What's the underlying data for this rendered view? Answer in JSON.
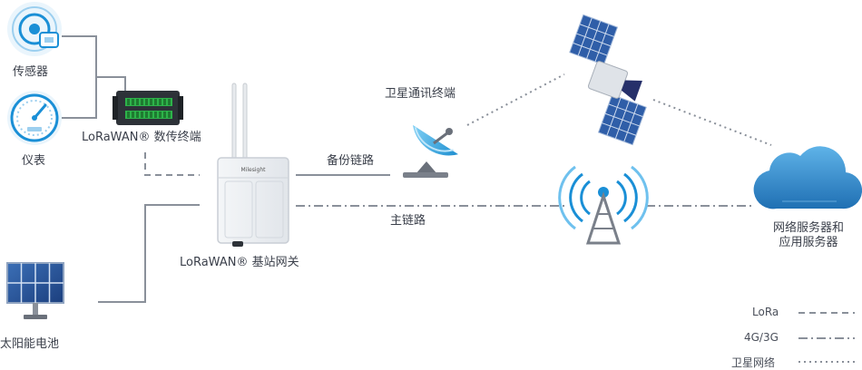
{
  "labels": {
    "sensor": "传感器",
    "meter": "仪表",
    "dtu": "LoRaWAN® 数传终端",
    "solar": "太阳能电池",
    "gateway": "LoRaWAN® 基站网关",
    "satellite_terminal": "卫星通讯终端",
    "backup_link": "备份链路",
    "main_link": "主链路",
    "cloud_line1": "网络服务器和",
    "cloud_line2": "应用服务器",
    "gateway_brand": "Milesight"
  },
  "legend": [
    {
      "label": "LoRa",
      "style": "dashed"
    },
    {
      "label": "4G/3G",
      "style": "dash-dot"
    },
    {
      "label": "卫星网络",
      "style": "dotted"
    }
  ],
  "colors": {
    "line": "#8a909a",
    "accent": "#1a8fd6",
    "cloud": "#2e86c9",
    "text": "#3a3f4a"
  }
}
